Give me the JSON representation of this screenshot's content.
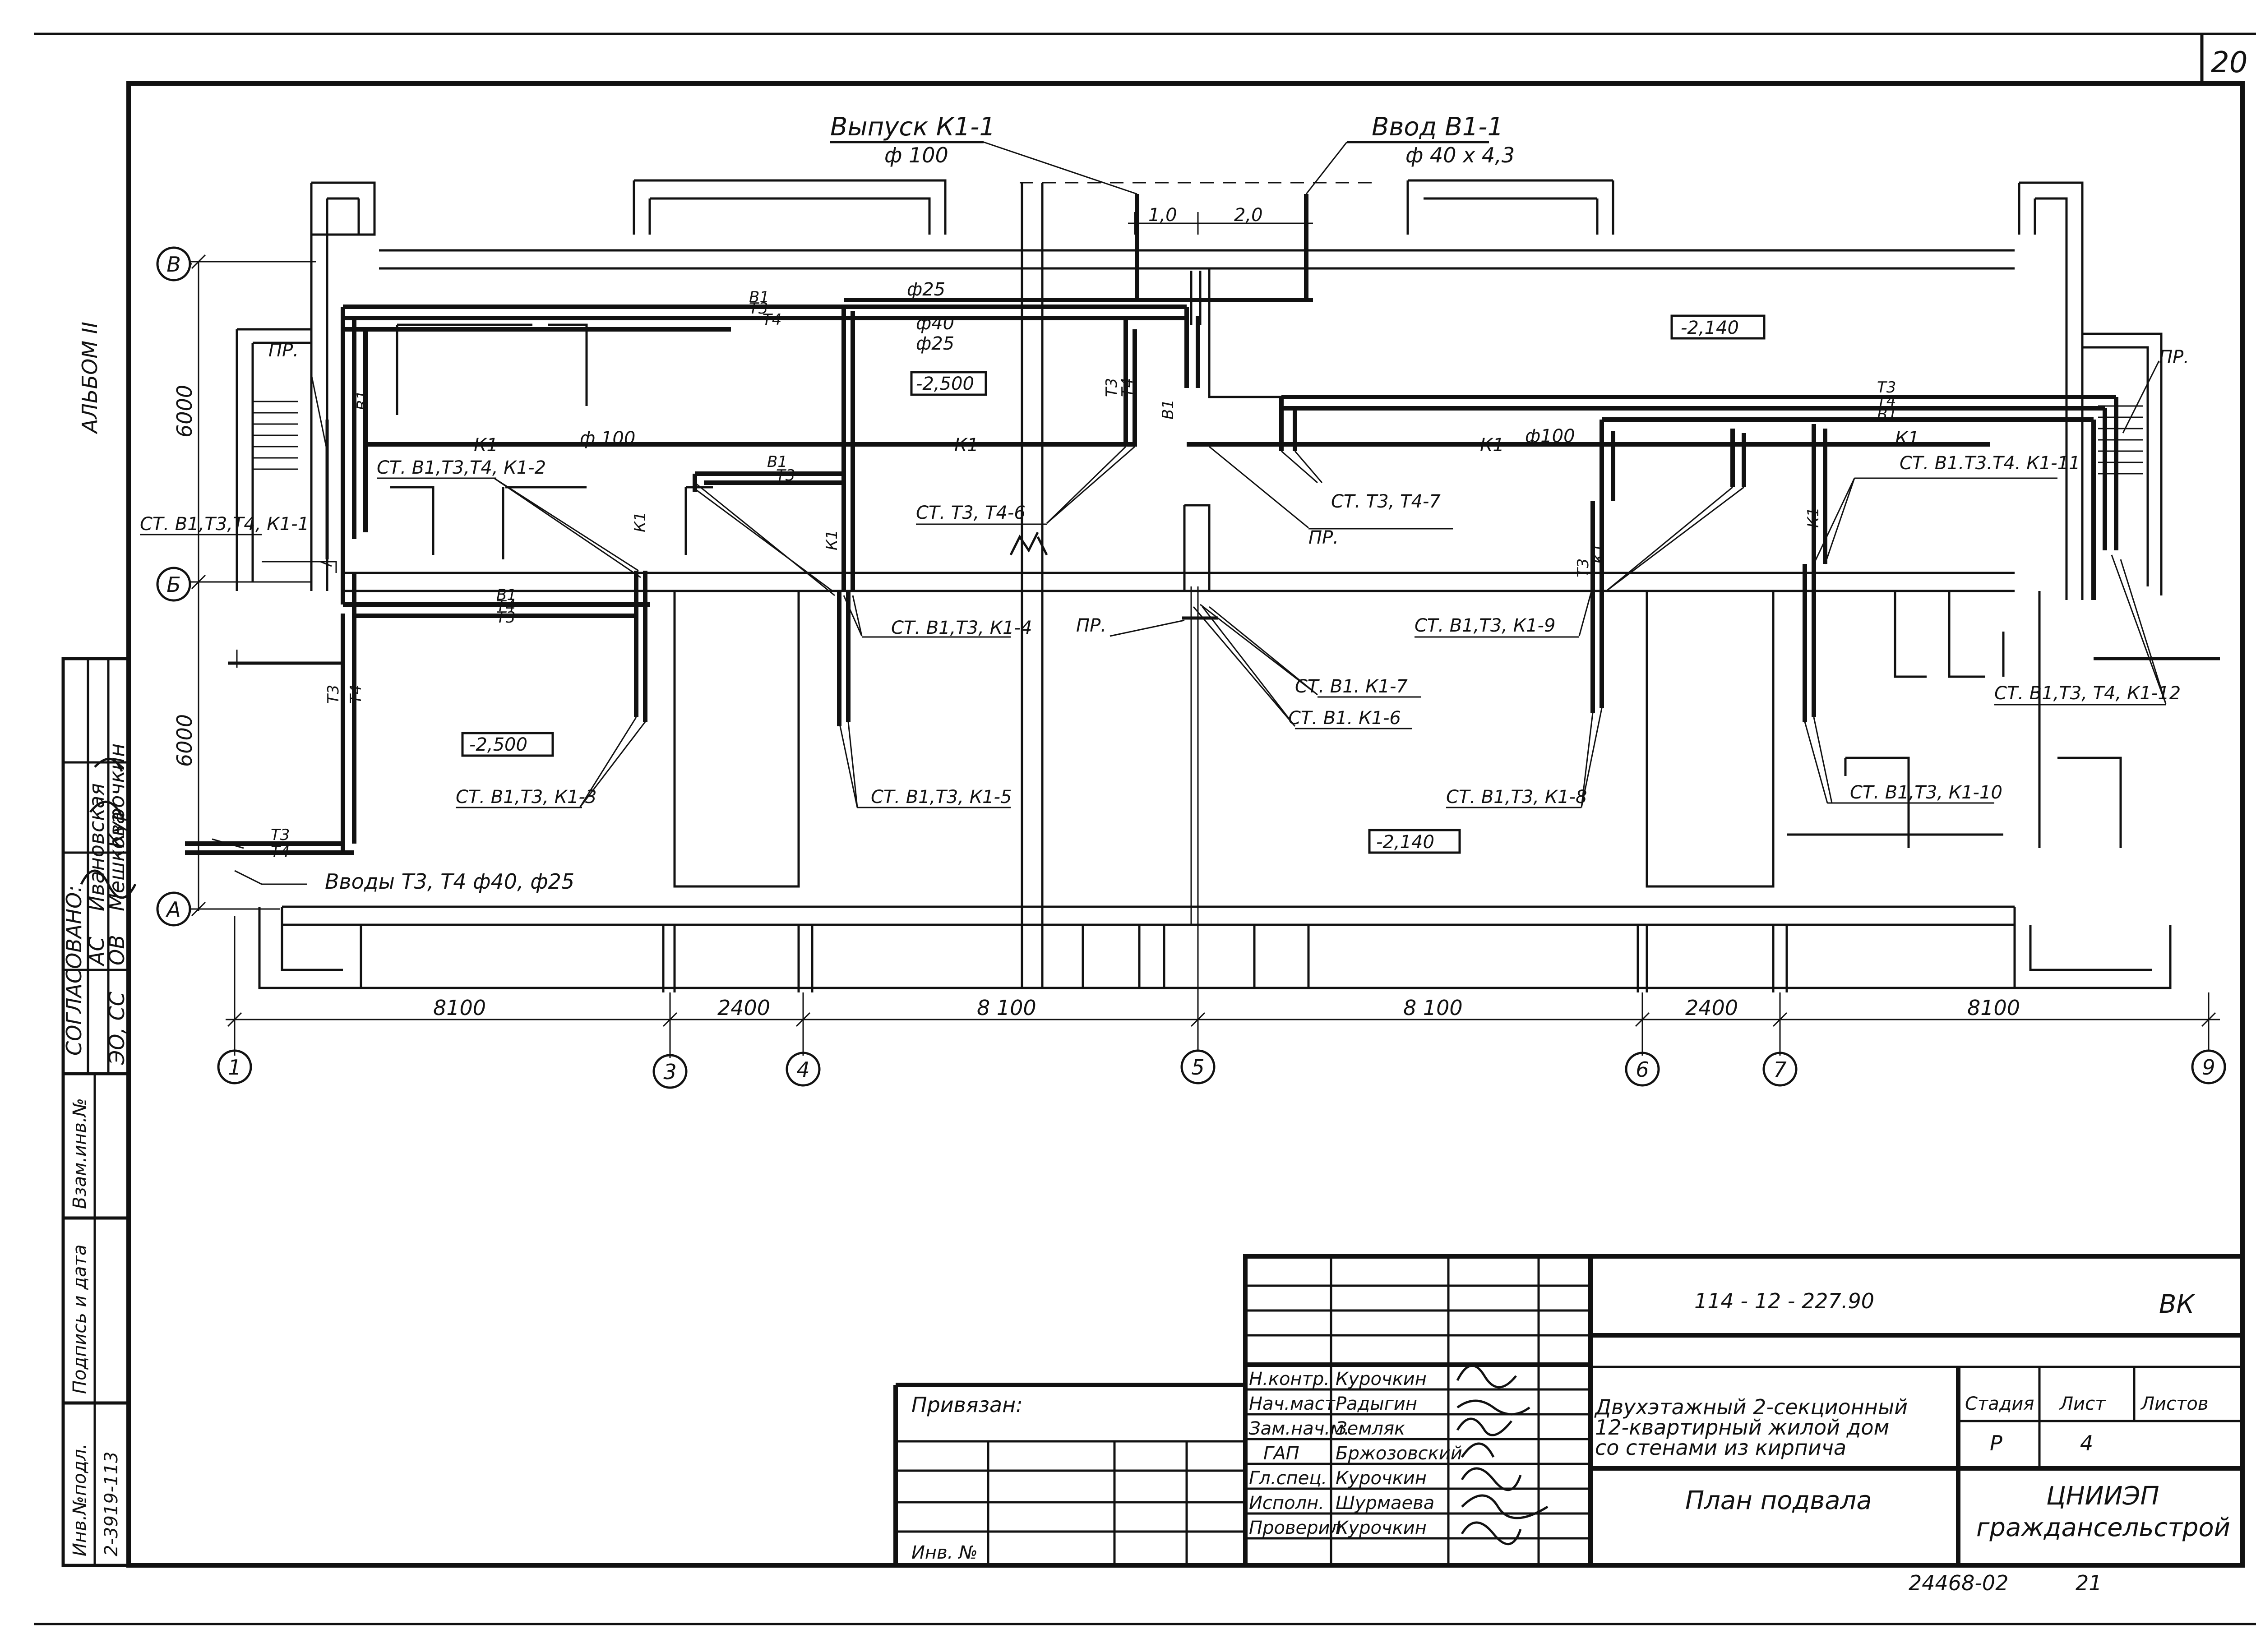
{
  "sheet": {
    "page_number": "20",
    "album_label": "АЛЬБОМ II",
    "approval_title": "СОГЛАСОВАНО:",
    "approvals": [
      {
        "dept": "АС",
        "name": "Ивановская"
      },
      {
        "dept": "ОВ",
        "name": "Мешкова"
      },
      {
        "dept": "ЭО, СС",
        "name": "Курочкин"
      }
    ],
    "side_labels": {
      "vzam": "Взам.инв.№",
      "podpis": "Подпись и дата",
      "inv_podl": "Инв.№подл.",
      "inv_value": "2-3919-113"
    }
  },
  "plan": {
    "axes_horizontal": [
      "1",
      "3",
      "4",
      "5",
      "6",
      "7",
      "9"
    ],
    "axes_vertical": [
      "В",
      "Б",
      "А"
    ],
    "dims_bottom": [
      "8100",
      "2400",
      "8 100",
      "8 100",
      "2400",
      "8100"
    ],
    "dims_left": [
      "6000",
      "6000"
    ],
    "dims_top": [
      "1,0",
      "2,0"
    ],
    "levels": [
      "-2,140",
      "-2,500",
      "-2,500",
      "-2,140"
    ],
    "vypusk_title": "Выпуск К1-1",
    "vypusk_diam": "ф 100",
    "vvod_title": "Ввод В1-1",
    "vvod_diam": "ф 40 х 4,3",
    "vvody": "Вводы Т3, Т4 ф40, ф25",
    "pipe_labels": {
      "k1": "К1",
      "b1": "В1",
      "t3": "Т3",
      "t4": "Т4",
      "pr": "ПР.",
      "f100": "ф 100",
      "f100b": "ф100",
      "f25": "ф25",
      "f40": "ф40"
    },
    "risers": [
      "СТ. В1,Т3,Т4, К1-1",
      "СТ. В1,Т3,Т4, К1-2",
      "СТ. В1,Т3, К1-3",
      "СТ. В1,Т3, К1-4",
      "СТ. В1,Т3, К1-5",
      "СТ. Т3, Т4-6",
      "СТ. Т3, Т4-7",
      "СТ. В1. К1-7",
      "СТ. В1. К1-6",
      "СТ. В1,Т3, К1-8",
      "СТ. В1,Т3, К1-9",
      "СТ. В1,Т3, К1-10",
      "СТ. В1.Т3.Т4. К1-11",
      "СТ. В1,Т3, Т4, К1-12"
    ]
  },
  "title_block": {
    "doc_code": "114 - 12 - 227.90",
    "section": "ВК",
    "privyazan": "Привязан:",
    "inv_no": "Инв. №",
    "roles": [
      {
        "role": "Н.контр.",
        "name": "Курочкин"
      },
      {
        "role": "Нач.маст.",
        "name": "Радыгин"
      },
      {
        "role": "Зам.нач.м.",
        "name": "Земляк"
      },
      {
        "role": "ГАП",
        "name": "Бржозовский"
      },
      {
        "role": "Гл.спец.",
        "name": "Курочкин"
      },
      {
        "role": "Исполн.",
        "name": "Шурмаева"
      },
      {
        "role": "Проверил",
        "name": "Курочкин"
      }
    ],
    "project_name": [
      "Двухэтажный 2-секционный",
      "12-квартирный жилой дом",
      "со стенами из кирпича"
    ],
    "stage_label": "Стадия",
    "sheet_label": "Лист",
    "sheets_label": "Листов",
    "stage": "Р",
    "sheet": "4",
    "drawing_title": "План подвала",
    "org": [
      "ЦНИИЭП",
      "граждансельстрой"
    ],
    "footer_code": "24468-02",
    "footer_num": "21"
  }
}
